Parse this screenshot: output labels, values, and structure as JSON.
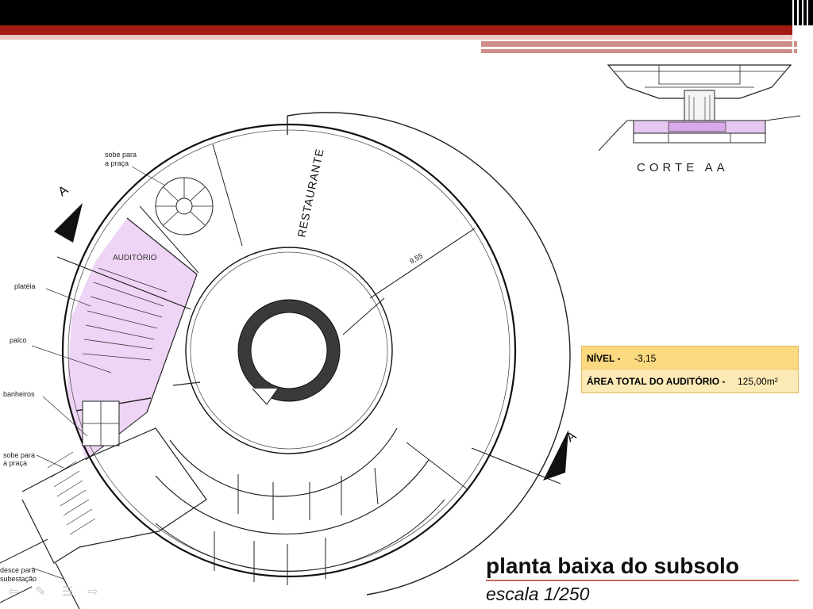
{
  "slide": {
    "plan_title": "planta baixa do subsolo",
    "plan_scale": "escala 1/250",
    "section_label": "CORTE AA"
  },
  "info": {
    "level_label": "NÍVEL -",
    "level_value": "-3,15",
    "area_label": "ÁREA TOTAL DO AUDITÓRIO -",
    "area_value": "125,00m²"
  },
  "plan": {
    "auditorio": "AUDITÓRIO",
    "restaurante": "RESTAURANTE",
    "dimension": "9,55",
    "section_marker": "A",
    "labels": {
      "sobe_praca_top_1": "sobe para",
      "sobe_praca_top_2": "a praça",
      "plateia": "platéia",
      "palco": "palco",
      "banheiros": "banheiros",
      "sobe_praca_low_1": "sobe para",
      "sobe_praca_low_2": "a praça",
      "desce_1": "desce para",
      "desce_2": "subestação"
    }
  },
  "colors": {
    "header_black": "#000000",
    "header_red": "#a31b12",
    "highlight_lilac": "#eed5f5",
    "info_gold": "#fbd980",
    "info_light": "#fbe9b6"
  },
  "nav_icons": [
    "arrow-left-icon",
    "pen-icon",
    "menu-icon",
    "arrow-right-icon"
  ]
}
